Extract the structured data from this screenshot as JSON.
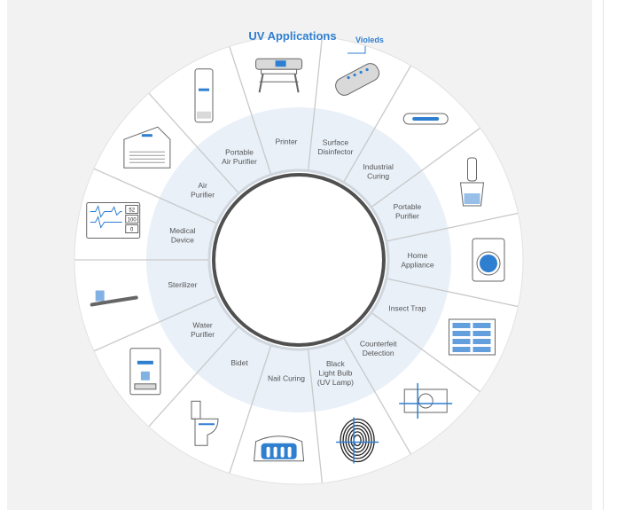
{
  "title": "UV Applications",
  "brand_label": "Violeds",
  "colors": {
    "accent": "#2f7fd0",
    "inner_ring": "#e9f0f8",
    "outer_ring": "#ffffff",
    "divider": "#c9c9c9",
    "icon_gray": "#d9d9d9",
    "icon_blue": "#2f7fd0"
  },
  "segments": [
    {
      "label": [
        "Printer"
      ],
      "icon": "plotter-printer-icon"
    },
    {
      "label": [
        "Surface",
        "Disinfector"
      ],
      "icon": "surface-disinfector-icon"
    },
    {
      "label": [
        "Industrial",
        "Curing"
      ],
      "icon": "curing-lamp-icon"
    },
    {
      "label": [
        "Portable",
        "Purifier"
      ],
      "icon": "portable-water-purifier-icon"
    },
    {
      "label": [
        "Home",
        "Appliance"
      ],
      "icon": "washing-machine-icon"
    },
    {
      "label": [
        "Insect Trap"
      ],
      "icon": "insect-trap-icon"
    },
    {
      "label": [
        "Counterfeit",
        "Detection"
      ],
      "icon": "banknote-icon"
    },
    {
      "label": [
        "Black",
        "Light Bulb",
        "(UV Lamp)"
      ],
      "icon": "fingerprint-icon"
    },
    {
      "label": [
        "Nail Curing"
      ],
      "icon": "nail-curing-lamp-icon"
    },
    {
      "label": [
        "Bidet"
      ],
      "icon": "toilet-bidet-icon"
    },
    {
      "label": [
        "Water",
        "Purifier"
      ],
      "icon": "water-purifier-icon"
    },
    {
      "label": [
        "Sterilizer"
      ],
      "icon": "toothbrush-sterilizer-icon"
    },
    {
      "label": [
        "Medical",
        "Device"
      ],
      "icon": "patient-monitor-icon"
    },
    {
      "label": [
        "Air",
        "Purifier"
      ],
      "icon": "air-purifier-icon"
    },
    {
      "label": [
        "Portable",
        "Air Purifier"
      ],
      "icon": "portable-air-purifier-icon"
    }
  ],
  "monitor_readouts": [
    "52",
    "100",
    "0"
  ]
}
